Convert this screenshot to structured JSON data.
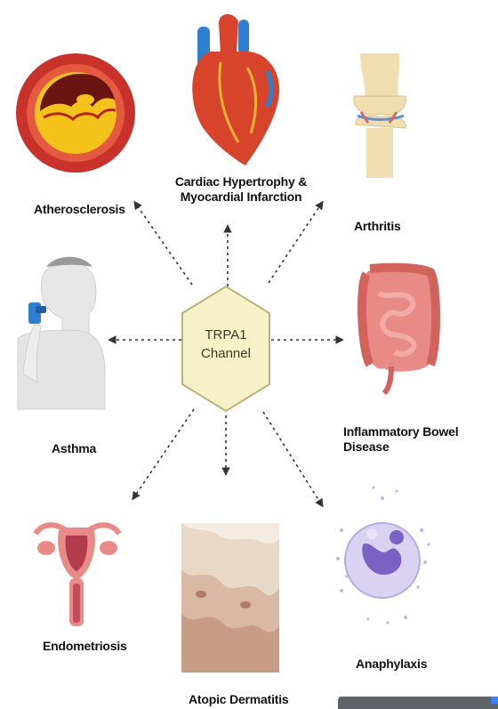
{
  "center": {
    "line1": "TRPA1",
    "line2": "Channel"
  },
  "labels": {
    "atherosclerosis": "Atherosclerosis",
    "cardiac_line1": "Cardiac Hypertrophy &",
    "cardiac_line2": "Myocardial Infarction",
    "arthritis": "Arthritis",
    "asthma": "Asthma",
    "ibd": "Inflammatory Bowel Disease",
    "endometriosis": "Endometriosis",
    "atopic": "Atopic Dermatitis",
    "anaphylaxis": "Anaphylaxis"
  },
  "icons": {
    "atherosclerosis": "artery-cross-section-icon",
    "cardiac": "heart-icon",
    "arthritis": "knee-joint-icon",
    "asthma": "inhaler-person-icon",
    "ibd": "intestine-icon",
    "endometriosis": "uterus-icon",
    "atopic": "skin-layers-icon",
    "anaphylaxis": "mast-cell-icon"
  },
  "colors": {
    "hub_fill": "#f6f1c6",
    "hub_stroke": "#b9b27a",
    "arrow": "#333333",
    "artery_red": "#c8322a",
    "plaque_yellow": "#f3c21b",
    "heart_red": "#d8432b",
    "vessel_blue": "#2f7fd1",
    "bone": "#f0ddb0",
    "intestine_pink": "#e88a86",
    "skin_tone": "#e3cfc0",
    "cell_purple": "#8f7bd0"
  }
}
